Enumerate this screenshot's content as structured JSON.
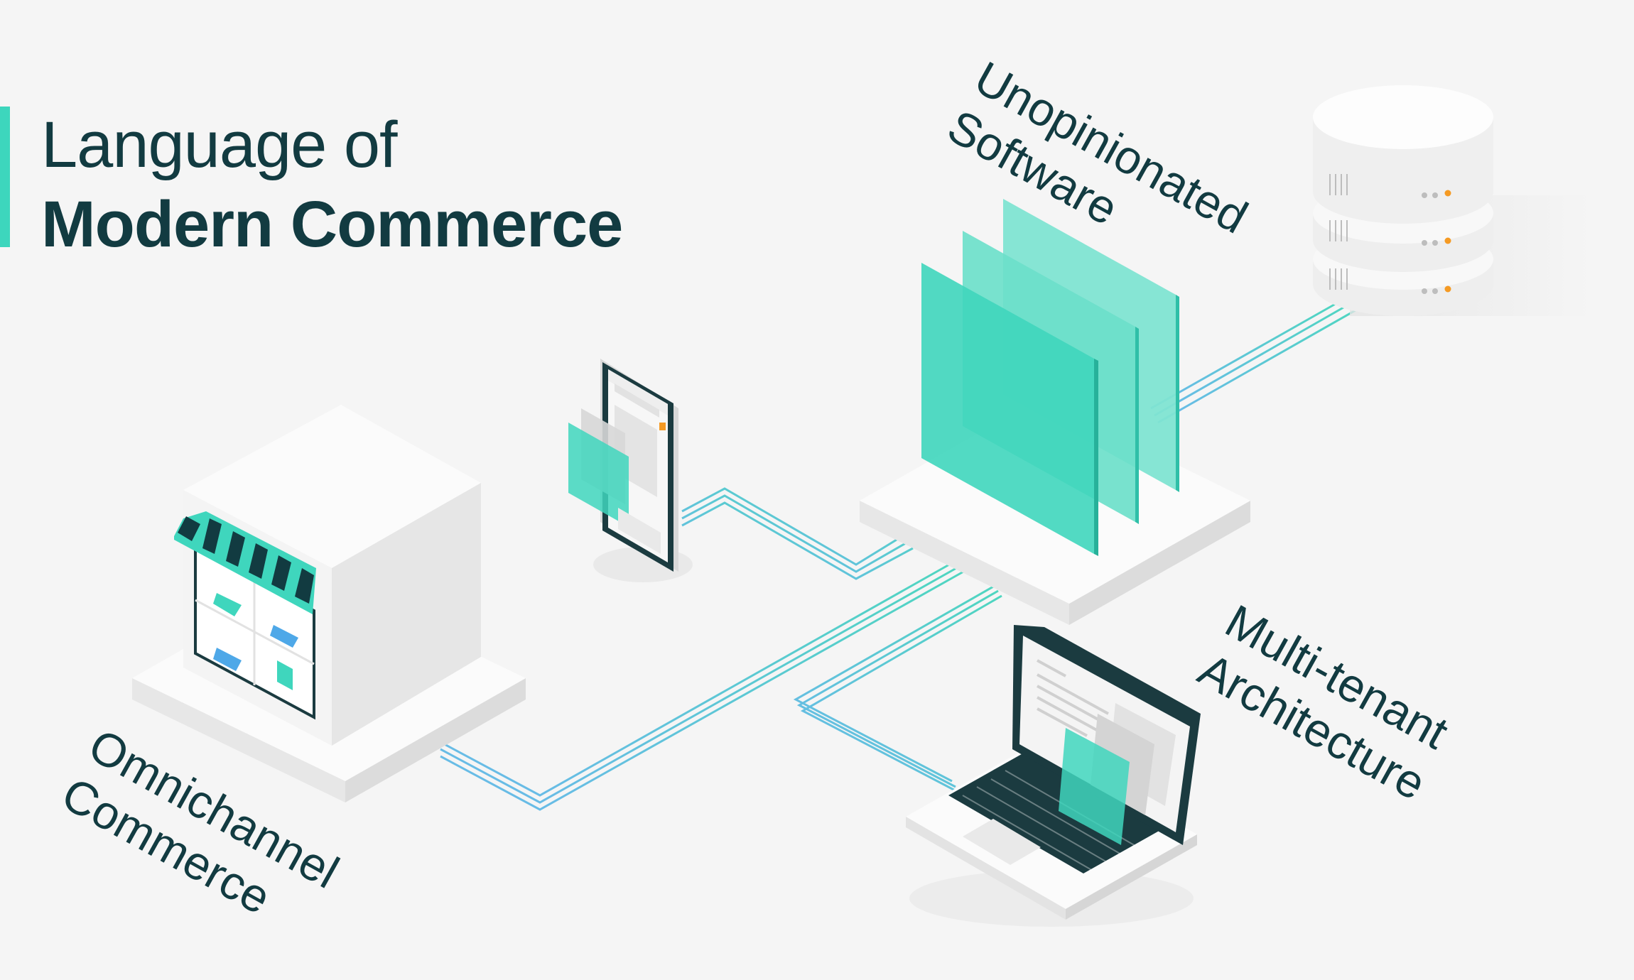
{
  "title": {
    "line1": "Language of",
    "line2": "Modern Commerce"
  },
  "labels": {
    "software": [
      "Unopinionated",
      "Software"
    ],
    "architecture": [
      "Multi-tenant",
      "Architecture"
    ],
    "commerce": [
      "Omnichannel",
      "Commerce"
    ]
  },
  "colors": {
    "background": "#f5f5f5",
    "accent": "#3dd6bd",
    "text": "#123b41",
    "connector_blue": "#6bb9ea",
    "connector_teal": "#4fd6c0"
  },
  "icons": [
    "storefront-icon",
    "smartphone-icon",
    "software-layers-icon",
    "database-server-icon",
    "laptop-icon"
  ]
}
